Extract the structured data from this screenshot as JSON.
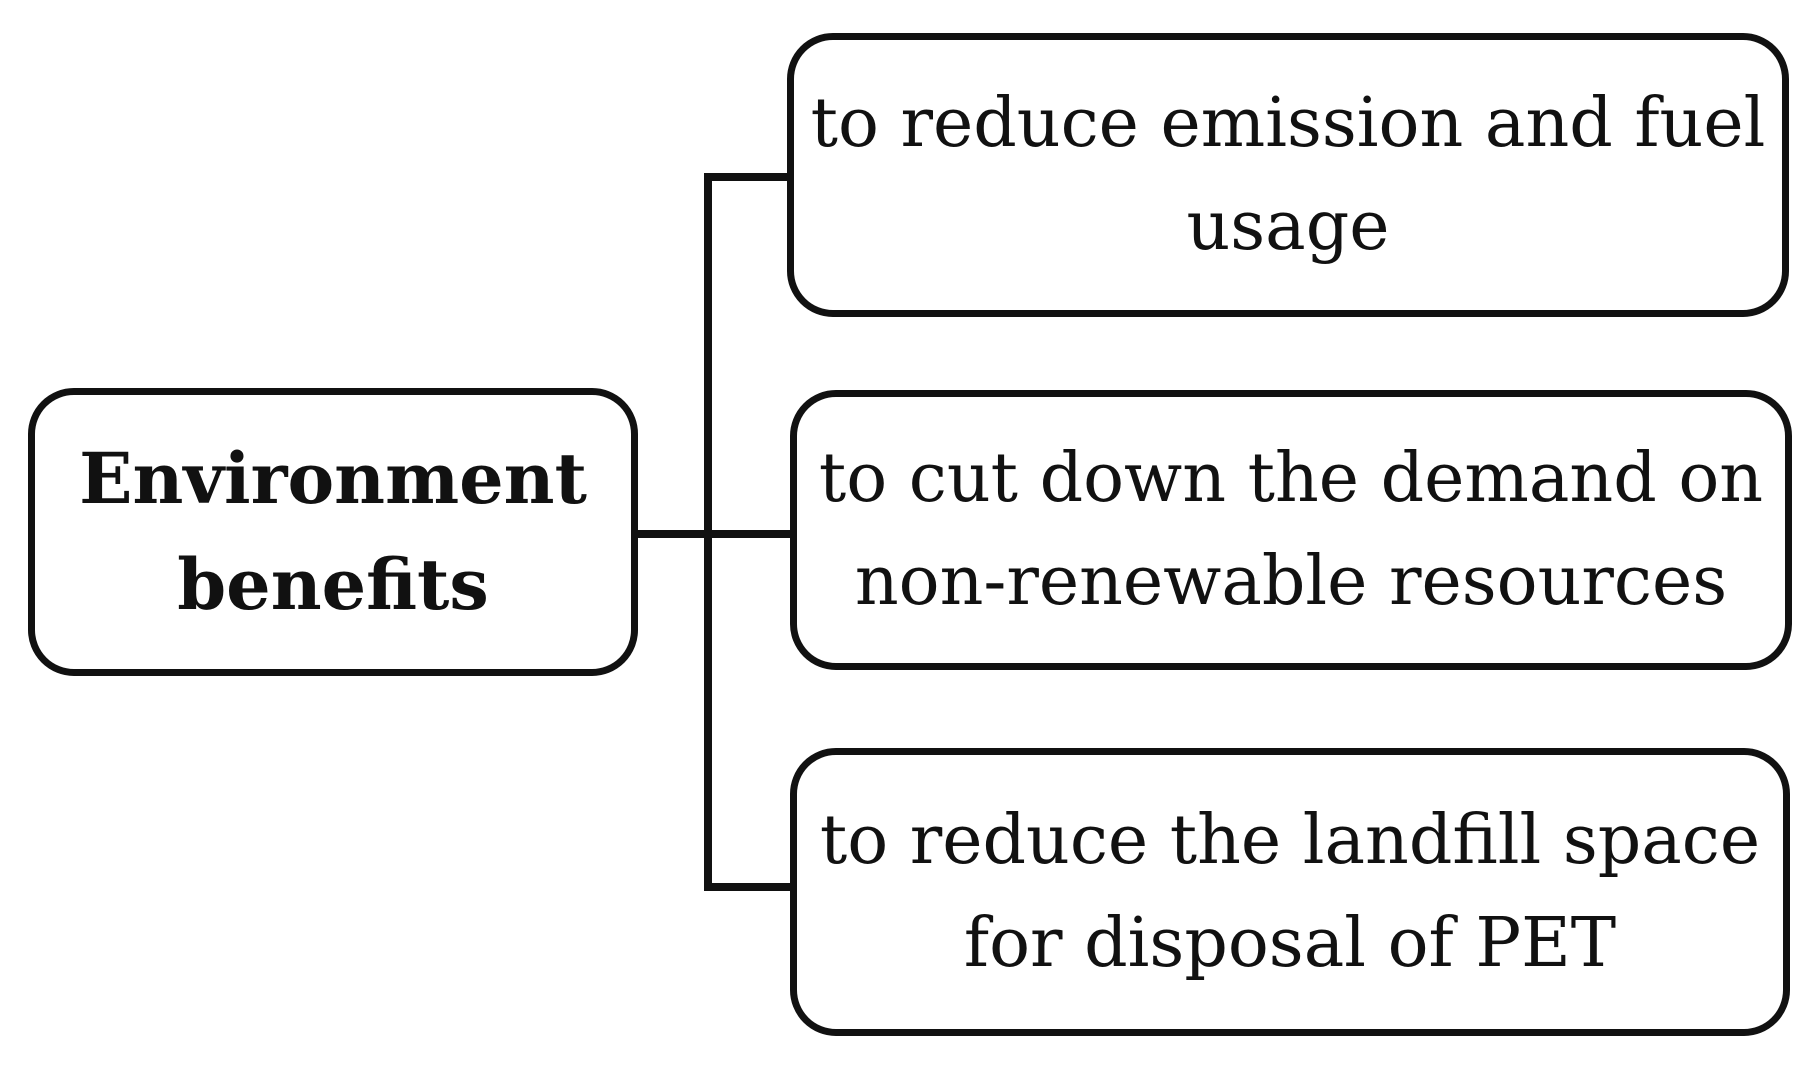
{
  "diagram": {
    "root": {
      "text": "Environment benefits"
    },
    "branches": [
      {
        "text": "to reduce emission and fuel usage"
      },
      {
        "text": "to cut down the demand on non-renewable resources"
      },
      {
        "text": "to reduce the landfill space for disposal of PET"
      }
    ]
  },
  "colors": {
    "stroke": "#111111",
    "background": "#ffffff"
  }
}
